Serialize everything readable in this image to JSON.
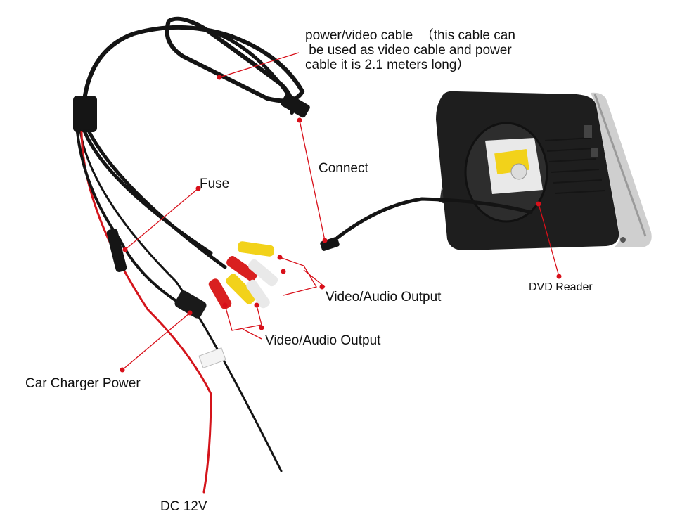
{
  "labels": {
    "power_cable_line1": "power/video cable  （this cable can",
    "power_cable_line2": " be used as video cable and power",
    "power_cable_line3": "cable it is 2.1 meters long）",
    "connect": "Connect",
    "fuse": "Fuse",
    "video_audio_output_1": "Video/Audio Output",
    "video_audio_output_2": "Video/Audio Output",
    "car_charger_power": "Car Charger Power",
    "dc_12v": "DC 12V",
    "dvd_reader": "DVD Reader"
  },
  "colors": {
    "callout_red": "#d8101a",
    "cable_black": "#141414",
    "wire_red": "#d4141b",
    "rca_yellow": "#f2d21a",
    "rca_red": "#d92020",
    "rca_white": "#e9e9e9",
    "device_body": "#1e1e1e"
  }
}
